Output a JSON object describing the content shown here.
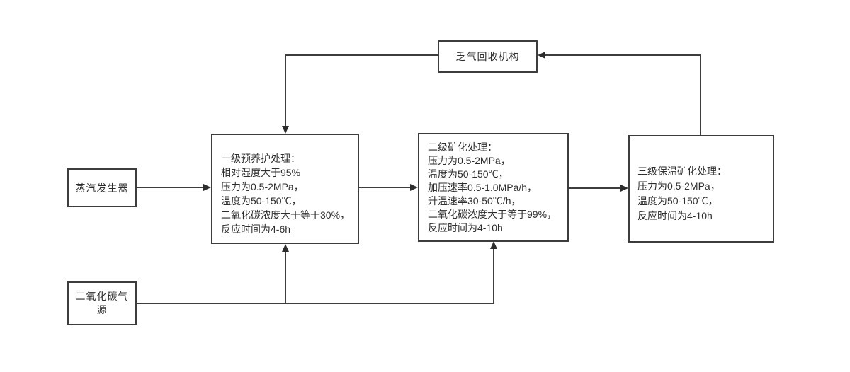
{
  "palette": {
    "background": "#ffffff",
    "line_color": "#3d3d3d",
    "arrow_color": "#2c2c2c",
    "text_color": "#2e2e2e"
  },
  "nodes": {
    "recovery": {
      "label": "乏气回收机构"
    },
    "steam": {
      "label": "蒸汽发生器"
    },
    "co2_source": {
      "label": "二氧化碳气源"
    },
    "stage1": {
      "text": "一级预养护处理：\n相对湿度大于95%\n压力为0.5-2MPa，\n温度为50-150℃，\n二氧化碳浓度大于等于30%，\n反应时间为4-6h"
    },
    "stage2": {
      "text": "二级矿化处理：\n压力为0.5-2MPa，\n温度为50-150℃，\n加压速率0.5-1.0MPa/h，\n升温速率30-50℃/h，\n二氧化碳浓度大于等于99%，\n反应时间为4-10h"
    },
    "stage3": {
      "text": "三级保温矿化处理：\n压力为0.5-2MPa，\n温度为50-150℃，\n反应时间为4-10h"
    }
  },
  "edges": {
    "steam_to_stage1": "蒸汽发生器 → 一级预养护处理",
    "stage1_to_stage2": "一级预养护处理 → 二级矿化处理",
    "stage2_to_stage3": "二级矿化处理 → 三级保温矿化处理",
    "stage3_to_recovery": "三级保温矿化处理 → 乏气回收机构",
    "recovery_to_stage1": "乏气回收机构 → 一级预养护处理",
    "co2_to_stage1_and_stage2": "二氧化碳气源 → 一级预养护处理 / 二级矿化处理"
  }
}
